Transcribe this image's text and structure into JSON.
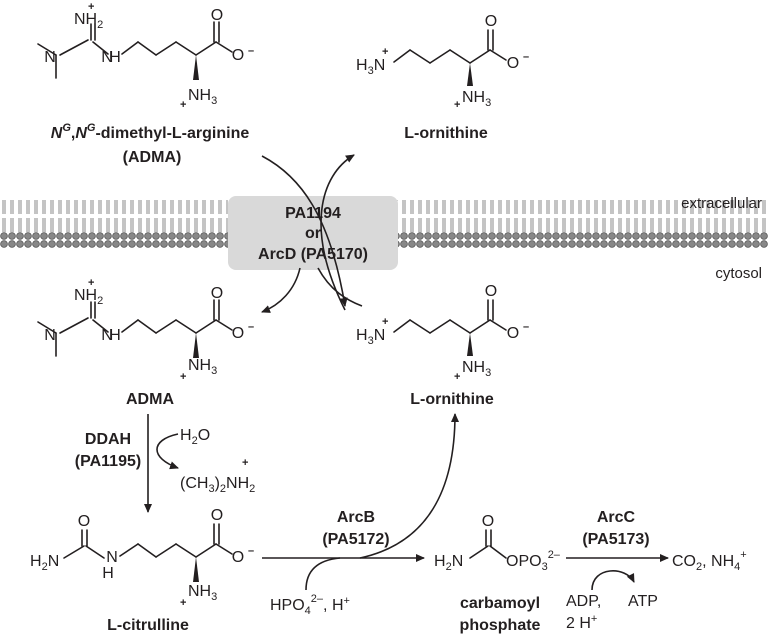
{
  "labels": {
    "adma_out_name_a": "N",
    "adma_out_name_sup1": "G",
    "adma_out_name_b": ",",
    "adma_out_name_c": "N",
    "adma_out_name_sup2": "G",
    "adma_out_name_d": "-dimethyl-L-arginine",
    "adma_out_abbr": "(ADMA)",
    "ornithine_out": "L-ornithine",
    "extracellular": "extracellular",
    "cytosol": "cytosol",
    "transporter_line1": "PA1194",
    "transporter_line2": "or",
    "transporter_line3": "ArcD (PA5170)",
    "adma_in": "ADMA",
    "ornithine_in": "L-ornithine",
    "ddah_line1": "DDAH",
    "ddah_line2": "(PA1195)",
    "citrulline": "L-citrulline",
    "arcb_line1": "ArcB",
    "arcb_line2": "(PA5172)",
    "carbamoyl_line1": "carbamoyl",
    "carbamoyl_line2": "phosphate",
    "arcc_line1": "ArcC",
    "arcc_line2": "(PA5173)"
  },
  "chem": {
    "h2o": "H2O",
    "dimethylamine": "(CH3)2NH2",
    "phosphate_in": "HPO42–, H+",
    "co2_nh4": "CO2, NH4+",
    "adp": "ADP,",
    "two_h": "2 H+",
    "atp": "ATP"
  }
}
